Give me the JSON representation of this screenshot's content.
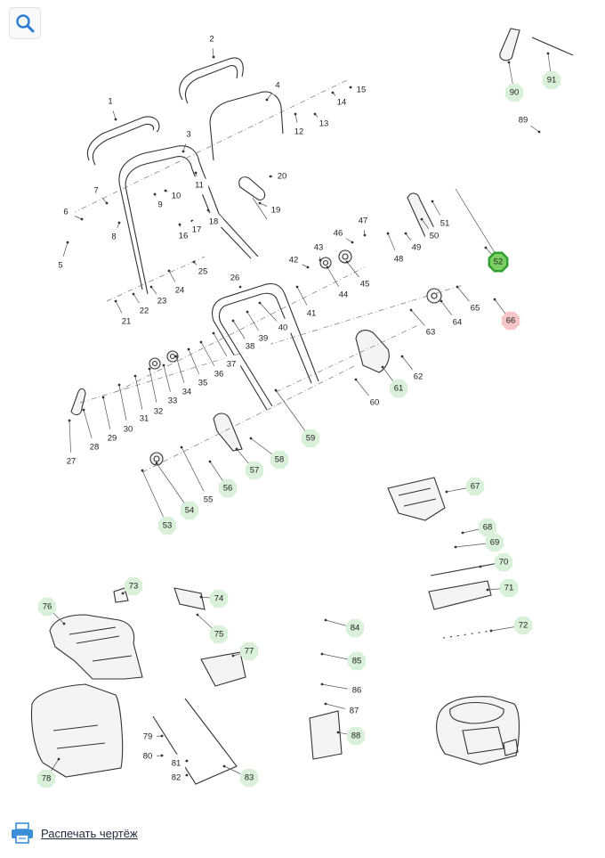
{
  "toolbar": {
    "zoom_icon": "magnifier-icon"
  },
  "footer": {
    "print_label": "Распечать чертёж",
    "print_icon": "printer-icon"
  },
  "colors": {
    "badge_default": "#d9f0d9",
    "badge_selected_fill": "#7ccf62",
    "badge_selected_ring": "#2f9e2f",
    "badge_alt": "#f6c6c6",
    "line": "#333333"
  },
  "parts": {
    "p1": "1",
    "p2": "2",
    "p3": "3",
    "p4": "4",
    "p5": "5",
    "p6": "6",
    "p7": "7",
    "p8": "8",
    "p9": "9",
    "p10": "10",
    "p11": "11",
    "p12": "12",
    "p13": "13",
    "p14": "14",
    "p15": "15",
    "p16": "16",
    "p17": "17",
    "p18": "18",
    "p19": "19",
    "p20": "20",
    "p21": "21",
    "p22": "22",
    "p23": "23",
    "p24": "24",
    "p25": "25",
    "p26": "26",
    "p27": "27",
    "p28": "28",
    "p29": "29",
    "p30": "30",
    "p31": "31",
    "p32": "32",
    "p33": "33",
    "p34": "34",
    "p35": "35",
    "p36": "36",
    "p37": "37",
    "p38": "38",
    "p39": "39",
    "p40": "40",
    "p41": "41",
    "p42": "42",
    "p43": "43",
    "p44": "44",
    "p45": "45",
    "p46": "46",
    "p47": "47",
    "p48": "48",
    "p49": "49",
    "p50": "50",
    "p51": "51",
    "p52": "52",
    "p53": "53",
    "p54": "54",
    "p55": "55",
    "p56": "56",
    "p57": "57",
    "p58": "58",
    "p59": "59",
    "p60": "60",
    "p61": "61",
    "p62": "62",
    "p63": "63",
    "p64": "64",
    "p65": "65",
    "p66": "66",
    "p67": "67",
    "p68": "68",
    "p69": "69",
    "p70": "70",
    "p71": "71",
    "p72": "72",
    "p73": "73",
    "p74": "74",
    "p75": "75",
    "p76": "76",
    "p77": "77",
    "p78": "78",
    "p79": "79",
    "p80": "80",
    "p81": "81",
    "p82": "82",
    "p83": "83",
    "p84": "84",
    "p85": "85",
    "p86": "86",
    "p87": "87",
    "p88": "88",
    "p89": "89",
    "p90": "90",
    "p91": "91"
  },
  "selected_part": "52",
  "alt_highlight_part": "66"
}
